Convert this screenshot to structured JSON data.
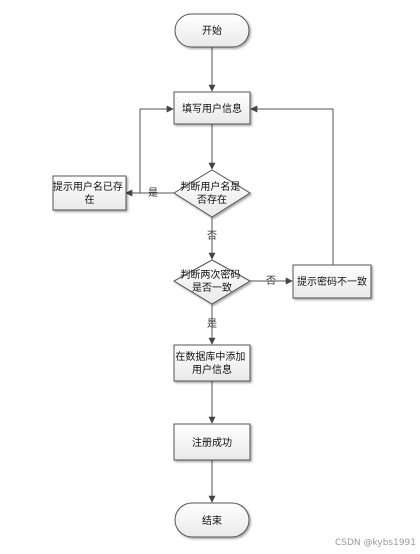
{
  "nodes": {
    "start": "开始",
    "fill_info": "填写用户信息",
    "check_name": [
      "判断用户名是",
      "否存在"
    ],
    "name_exists": [
      "提示用户名已存",
      "在"
    ],
    "check_pwd": [
      "判断两次密码",
      "是否一致"
    ],
    "pwd_mismatch": "提示密码不一致",
    "db_add": [
      "在数据库中添加",
      "用户信息"
    ],
    "reg_success": "注册成功",
    "end": "结束"
  },
  "edges": {
    "yes_name": "是",
    "no_name": "否",
    "no_pwd": "否",
    "yes_pwd": "是"
  },
  "watermark": "CSDN @kybs1991"
}
